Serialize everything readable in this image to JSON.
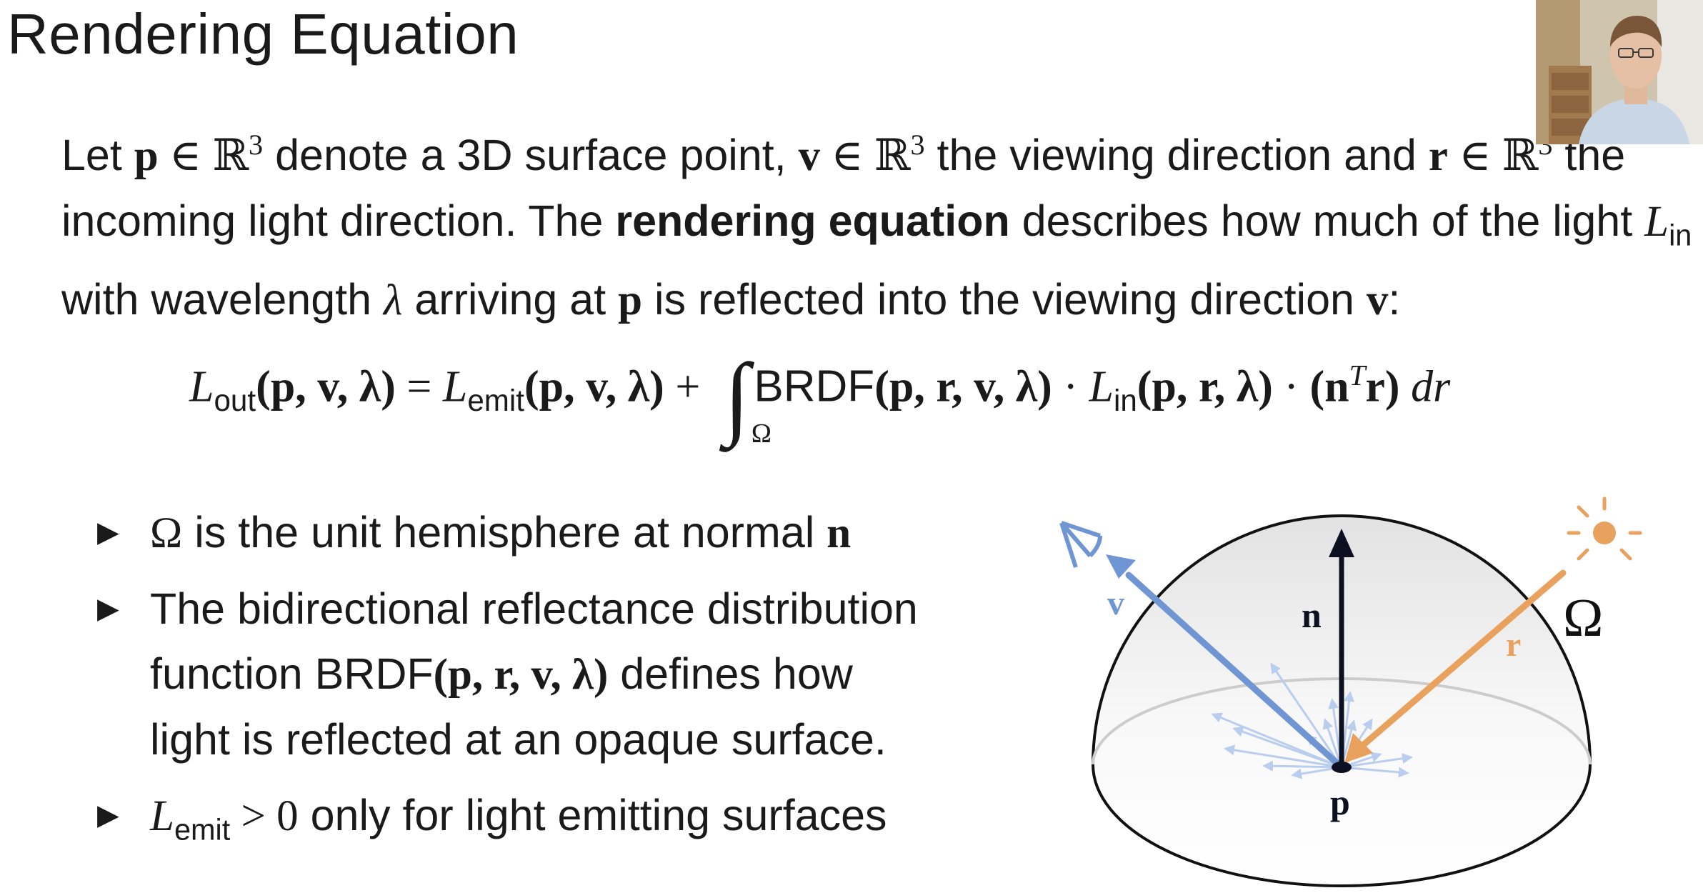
{
  "slide": {
    "title": "Rendering Equation"
  },
  "intro": {
    "t1": "Let ",
    "p": "p",
    "in": " ∈ ",
    "R": "ℝ",
    "three": "3",
    "t2": " denote a 3D surface point, ",
    "v": "v",
    "t3": " the viewing direction and ",
    "r": "r",
    "t4": " the",
    "t5": "incoming light direction. The ",
    "bold": "rendering equation",
    "t6": " describes how much of the light ",
    "L": "L",
    "Lin_sub": "in",
    "t7": "with wavelength ",
    "lambda": "λ",
    "t8": " arriving at ",
    "t9": " is reflected into the viewing direction ",
    "t10": ":"
  },
  "equation": {
    "L": "L",
    "out": "out",
    "emit": "emit",
    "in": "in",
    "args_pvl": "(p, v, λ)",
    "eq": " = ",
    "plus": " + ",
    "integral": "∫",
    "domain": "Ω",
    "brdf": "BRDF",
    "args_prvl": "(p, r, v, λ)",
    "dot": " · ",
    "args_prl": "(p, r, λ)",
    "nT_open": "(n",
    "T": "T",
    "nT_close": "r)",
    "dr": " dr"
  },
  "bullets": {
    "marker": "▶",
    "b1_omega": "Ω",
    "b1_text": " is the unit hemisphere at normal ",
    "b1_n": "n",
    "b2_line1": "The bidirectional reflectance distribution",
    "b2_line2a": "function BRDF",
    "b2_args": "(p, r, v, λ)",
    "b2_line2b": " defines how",
    "b2_line3": "light is reflected at an opaque surface.",
    "b3_L": "L",
    "b3_sub": "emit",
    "b3_gt": " > 0",
    "b3_text": " only for light emitting surfaces"
  },
  "diagram": {
    "label_n": "n",
    "label_p": "p",
    "label_v": "v",
    "label_r": "r",
    "label_omega": "Ω",
    "colors": {
      "view": "#6f96d3",
      "light": "#e8a25e",
      "scatter": "#b9cdee",
      "normal": "#0d1020",
      "outline": "#111111",
      "rim": "#cccccc"
    },
    "icons": [
      "eye-icon",
      "sun-icon"
    ]
  },
  "webcam": {
    "icon": "presenter-avatar"
  }
}
